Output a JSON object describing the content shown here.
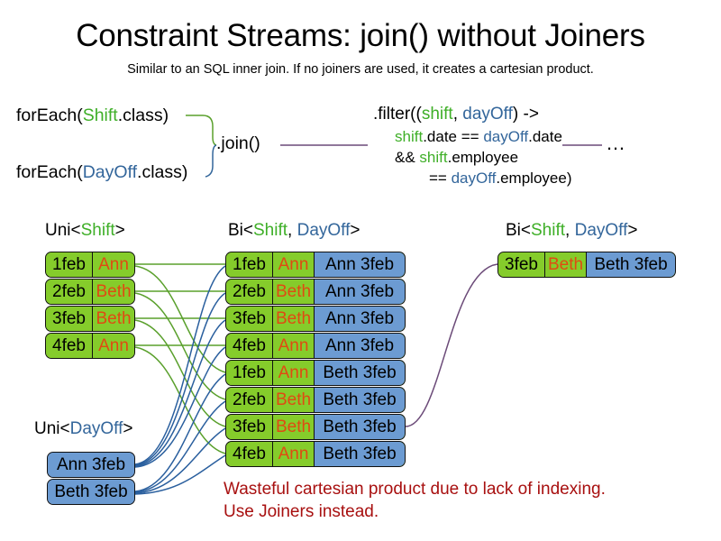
{
  "slide": {
    "title": "Constraint Streams: join() without Joiners",
    "subtitle": "Similar to an SQL inner join. If no joiners are used, it creates a cartesian product.",
    "warning_line1": "Wasteful cartesian product due to lack of indexing.",
    "warning_line2": "Use Joiners instead.",
    "ellipsis": "…"
  },
  "colors": {
    "shift_green": "#85CC2B",
    "dayoff_blue": "#6C9BD2",
    "name_orange": "#E04A12",
    "shift_text_green": "#3faf28",
    "dayoff_text_blue": "#33669b",
    "warning_red": "#A81010",
    "wire_green": "#5aa02c",
    "wire_blue": "#2a5f9e",
    "wire_purple": "#6b4a78"
  },
  "code": {
    "foreach_shift": {
      "prefix": "forEach(",
      "type": "Shift",
      "suffix": ".class)"
    },
    "foreach_dayoff": {
      "prefix": "forEach(",
      "type": "DayOff",
      "suffix": ".class)"
    },
    "join_label": ".join()",
    "filter": {
      "line1_prefix": ".filter((",
      "line1_shift": "shift",
      "line1_comma": ", ",
      "line1_dayoff": "dayOff",
      "line1_suffix": ") ->",
      "line2_shift": "shift",
      "line2_mid": ".date == ",
      "line2_dayoff": "dayOff",
      "line2_end": ".date",
      "line3_prefix": "&& ",
      "line3_shift": "shift",
      "line3_end": ".employee",
      "line4_prefix": "== ",
      "line4_dayoff": "dayOff",
      "line4_end": ".employee",
      "line4_paren": ")"
    }
  },
  "stream_labels": {
    "uni_shift": {
      "prefix": "Uni<",
      "type": "Shift",
      "suffix": ">"
    },
    "bi_middle": {
      "prefix": "Bi<",
      "type1": "Shift",
      "sep": ", ",
      "type2": "DayOff",
      "suffix": ">"
    },
    "bi_right": {
      "prefix": "Bi<",
      "type1": "Shift",
      "sep": ", ",
      "type2": "DayOff",
      "suffix": ">"
    },
    "uni_dayoff": {
      "prefix": "Uni<",
      "type": "DayOff",
      "suffix": ">"
    }
  },
  "shift_facts": [
    {
      "date": "1feb",
      "employee": "Ann"
    },
    {
      "date": "2feb",
      "employee": "Beth"
    },
    {
      "date": "3feb",
      "employee": "Beth"
    },
    {
      "date": "4feb",
      "employee": "Ann"
    }
  ],
  "dayoff_facts": [
    {
      "label": "Ann 3feb"
    },
    {
      "label": "Beth 3feb"
    }
  ],
  "bi_tuples": [
    {
      "date": "1feb",
      "employee": "Ann",
      "dayoff": "Ann 3feb"
    },
    {
      "date": "2feb",
      "employee": "Beth",
      "dayoff": "Ann 3feb"
    },
    {
      "date": "3feb",
      "employee": "Beth",
      "dayoff": "Ann 3feb"
    },
    {
      "date": "4feb",
      "employee": "Ann",
      "dayoff": "Ann 3feb"
    },
    {
      "date": "1feb",
      "employee": "Ann",
      "dayoff": "Beth 3feb"
    },
    {
      "date": "2feb",
      "employee": "Beth",
      "dayoff": "Beth 3feb"
    },
    {
      "date": "3feb",
      "employee": "Beth",
      "dayoff": "Beth 3feb"
    },
    {
      "date": "4feb",
      "employee": "Ann",
      "dayoff": "Beth 3feb"
    }
  ],
  "result_tuples": [
    {
      "date": "3feb",
      "employee": "Beth",
      "dayoff": "Beth 3feb"
    }
  ]
}
